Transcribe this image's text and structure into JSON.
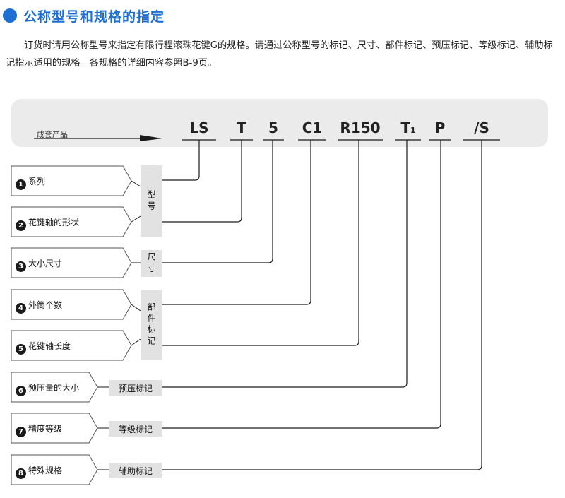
{
  "header": {
    "title": "公称型号和规格的指定",
    "intro": "订货时请用公称型号来指定有限行程滚珠花键G的规格。请通过公称型号的标记、尺寸、部件标记、预压标记、等级标记、辅助标记指示适用的规格。各规格的详细内容参照B-9页。"
  },
  "product_label": "成套产品",
  "codes": [
    {
      "text": "LS"
    },
    {
      "text": "T"
    },
    {
      "text": "5"
    },
    {
      "text": "C1"
    },
    {
      "text": "R150"
    },
    {
      "text": "T",
      "sub": "1"
    },
    {
      "text": "P"
    },
    {
      "text": "/S"
    }
  ],
  "items": [
    {
      "num": "1",
      "label": "系列"
    },
    {
      "num": "2",
      "label": "花键轴的形状"
    },
    {
      "num": "3",
      "label": "大小尺寸"
    },
    {
      "num": "4",
      "label": "外筒个数"
    },
    {
      "num": "5",
      "label": "花键轴长度"
    },
    {
      "num": "6",
      "label": "预压量的大小"
    },
    {
      "num": "7",
      "label": "精度等级"
    },
    {
      "num": "8",
      "label": "特殊规格"
    }
  ],
  "groups": {
    "model": "型号",
    "size": "尺寸",
    "parts": "部件标记",
    "preload": "预压标记",
    "grade": "等级标记",
    "aux": "辅助标记"
  },
  "colors": {
    "accent": "#1f6fd0",
    "band": "#ebebeb",
    "group_box": "#e2e2e2",
    "line": "#1a1a1a"
  }
}
